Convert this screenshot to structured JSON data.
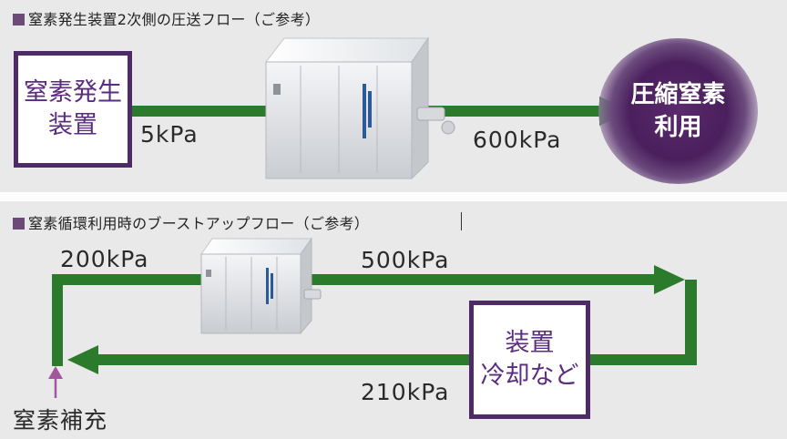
{
  "section1": {
    "heading": "窒素発生装置2次側の圧送フロー（ご参考）",
    "generator_box": {
      "line1": "窒素発生",
      "line2": "装置"
    },
    "outlet_pressure": "5kPa",
    "booster_pressure": "600kPa",
    "usage_circle": {
      "line1": "圧縮窒素",
      "line2": "利用"
    }
  },
  "section2": {
    "heading": "窒素循環利用時のブーストアップフロー（ご参考）",
    "inlet_pressure": "200kPa",
    "boosted_pressure": "500kPa",
    "return_pressure": "210kPa",
    "cooling_box": {
      "line1": "装置",
      "line2": "冷却など"
    },
    "replenish_label": "窒素補充"
  },
  "colors": {
    "arrow": "#2c7a2c",
    "box_border": "#4e2a66",
    "box_text": "#5b2d80",
    "replenish_arrow": "#a0579e"
  },
  "icons": [
    "booster-machine-icon",
    "booster-machine-icon"
  ]
}
